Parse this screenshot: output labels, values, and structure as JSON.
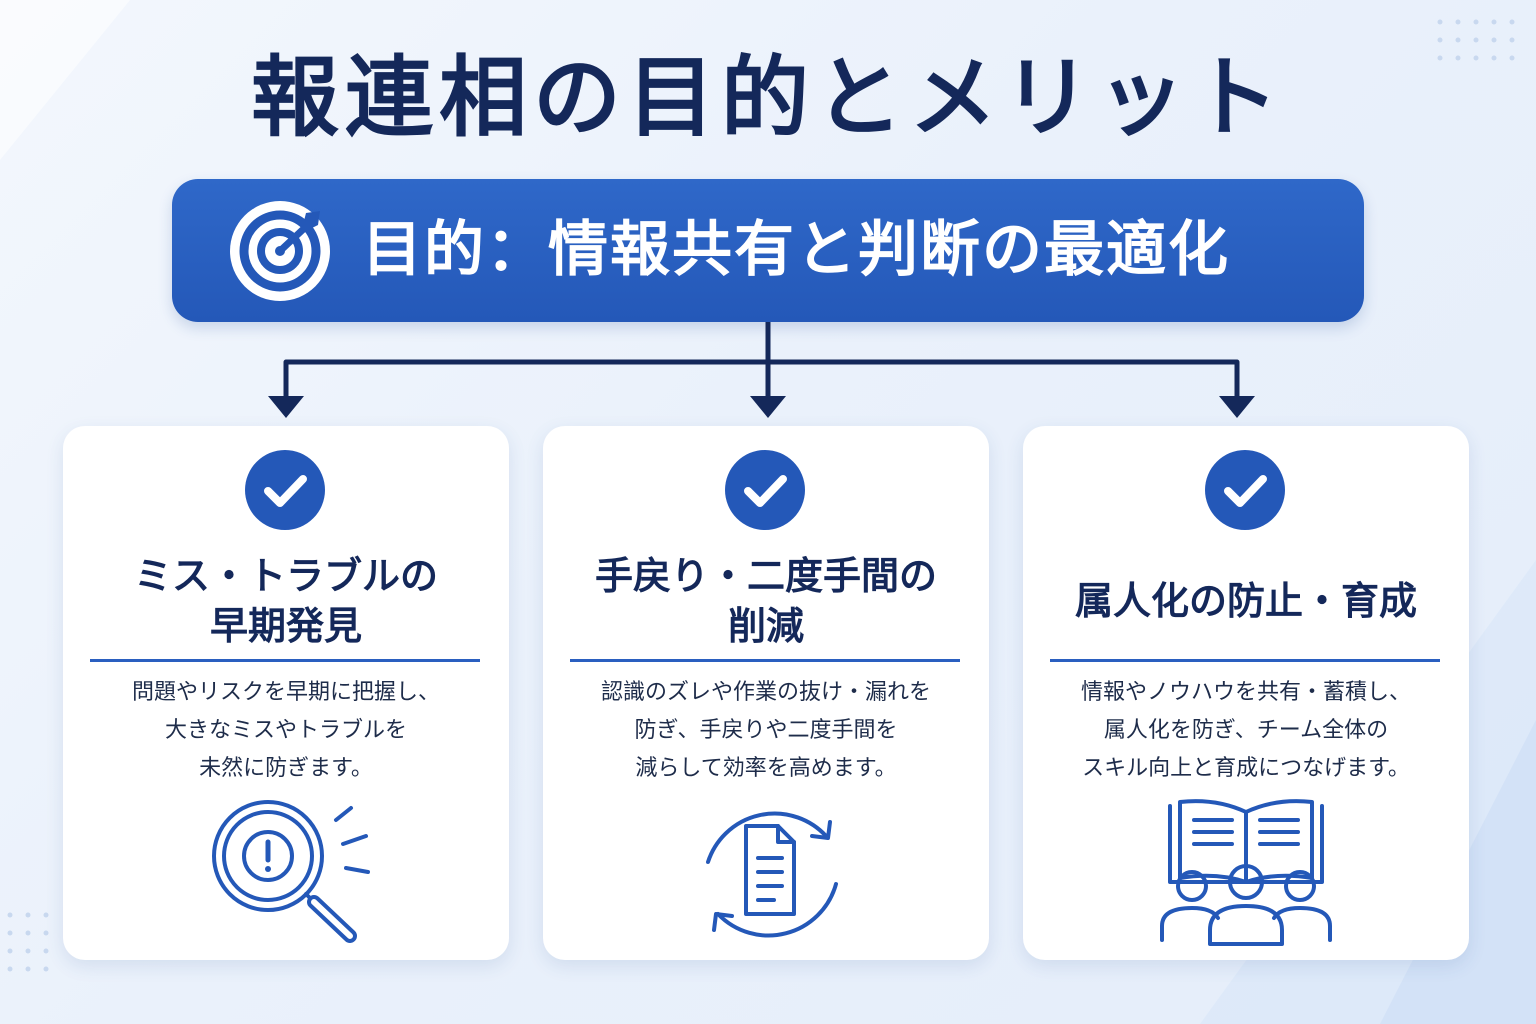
{
  "title": "報連相の目的とメリット",
  "purpose": {
    "text": "目的：情報共有と判断の最適化",
    "icon": "target-icon"
  },
  "colors": {
    "navy": "#14285a",
    "accent_blue": "#2a5fc0",
    "banner_blue": "#2458b8",
    "card_bg": "#ffffff"
  },
  "cards": [
    {
      "icon": "check-circle-icon",
      "title_lines": [
        "ミス・トラブルの",
        "早期発見"
      ],
      "desc_lines": [
        "問題やリスクを早期に把握し、",
        "大きなミスやトラブルを",
        "未然に防ぎます。"
      ],
      "illustration": "magnifier-alert-icon"
    },
    {
      "icon": "check-circle-icon",
      "title_lines": [
        "手戻り・二度手間の",
        "削減"
      ],
      "desc_lines": [
        "認識のズレや作業の抜け・漏れを",
        "防ぎ、手戻りや二度手間を",
        "減らして効率を高めます。"
      ],
      "illustration": "document-cycle-icon"
    },
    {
      "icon": "check-circle-icon",
      "title_lines": [
        "属人化の防止・育成"
      ],
      "desc_lines": [
        "情報やノウハウを共有・蓄積し、",
        "属人化を防ぎ、チーム全体の",
        "スキル向上と育成につなげます。"
      ],
      "illustration": "book-team-icon"
    }
  ]
}
